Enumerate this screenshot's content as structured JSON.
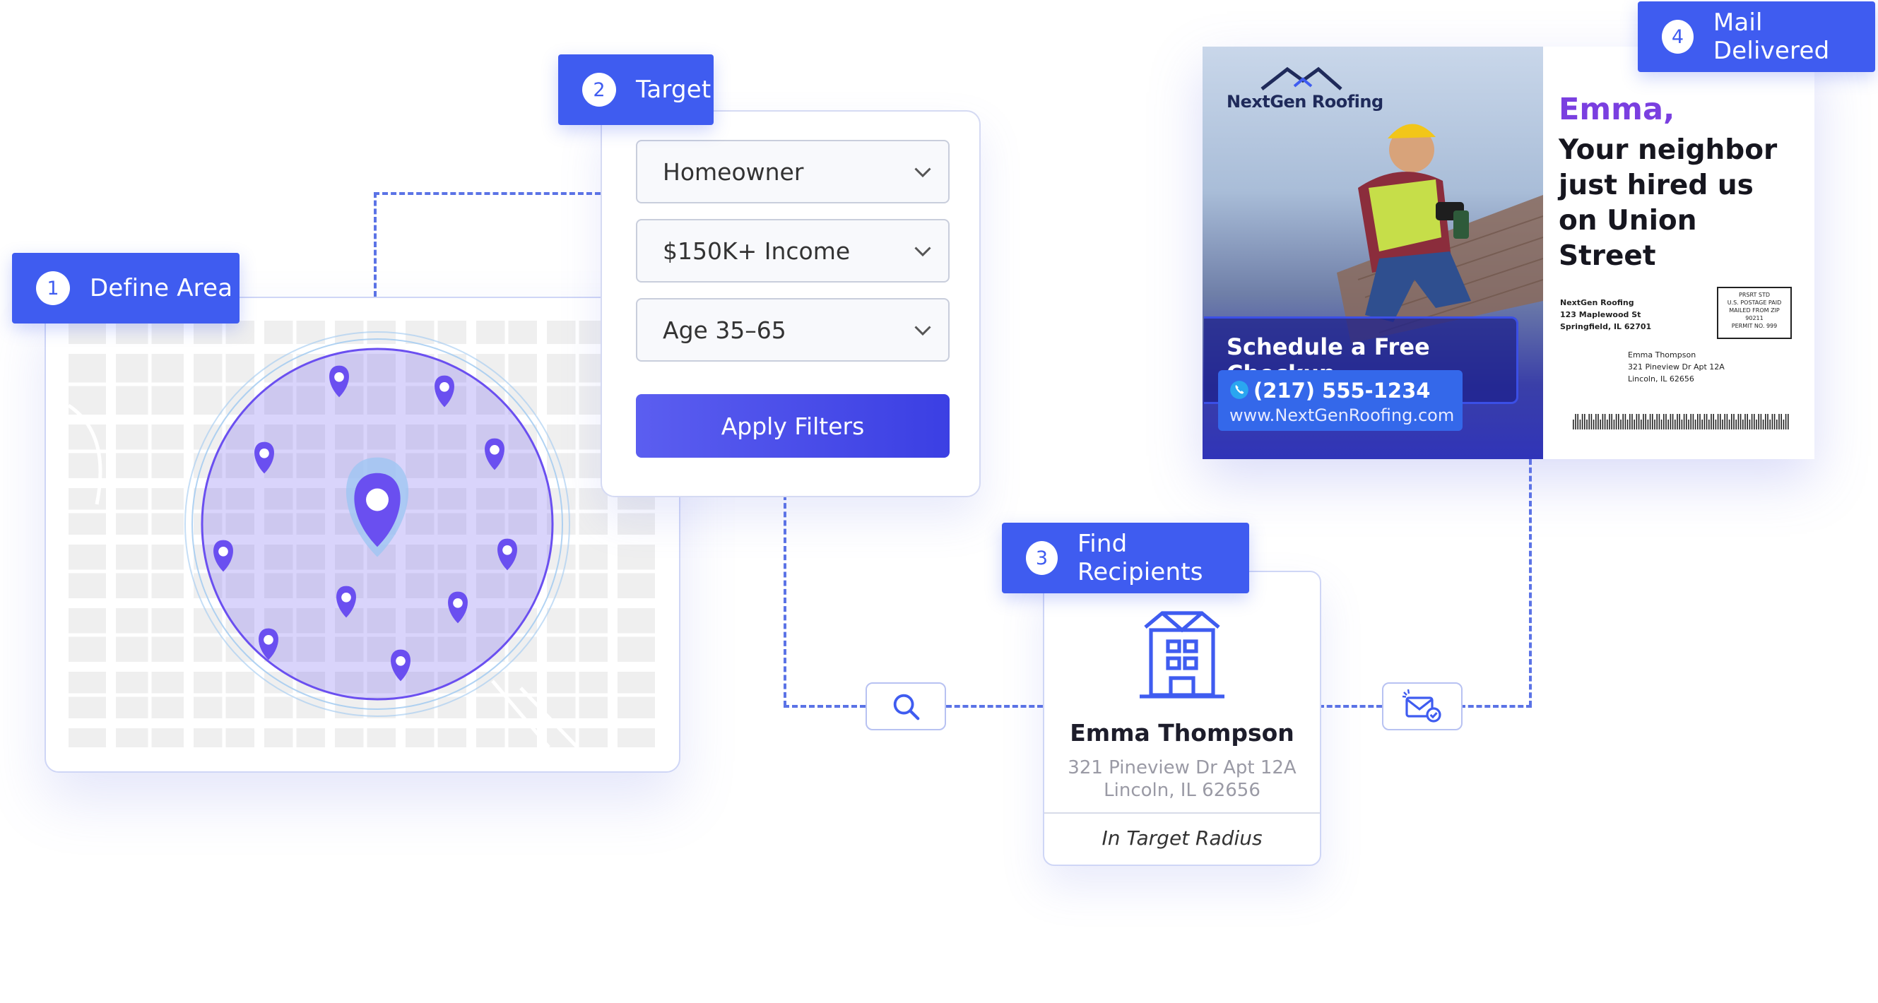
{
  "steps": [
    {
      "number": "1",
      "label": "Define Area"
    },
    {
      "number": "2",
      "label": "Target"
    },
    {
      "number": "3",
      "label": "Find Recipients"
    },
    {
      "number": "4",
      "label": "Mail Delivered"
    }
  ],
  "target": {
    "filters": [
      "Homeowner",
      "$150K+ Income",
      "Age 35–65"
    ],
    "apply_label": "Apply Filters"
  },
  "recipient": {
    "name": "Emma Thompson",
    "address_line1": "321 Pineview Dr Apt 12A",
    "address_line2": "Lincoln, IL 62656",
    "status": "In Target Radius"
  },
  "mail": {
    "company_name": "NextGen Roofing",
    "cta": "Schedule a Free Checkup",
    "phone": "(217) 555-1234",
    "website": "www.NextGenRoofing.com",
    "greeting": "Emma,",
    "headline": "Your neighbor just hired us on Union Street",
    "sender": {
      "name": "NextGen Roofing",
      "street": "123 Maplewood St",
      "city": "Springfield, IL 62701"
    },
    "recipient": {
      "name": "Emma Thompson",
      "street": "321 Pineview Dr Apt 12A",
      "city": "Lincoln, IL 62656"
    },
    "postage": [
      "PRSRT STD",
      "U.S. POSTAGE PAID",
      "MAILED FROM ZIP",
      "90211",
      "PERMIT NO. 999"
    ]
  },
  "icons": {
    "search": "search-icon",
    "mail_check": "mail-check-icon",
    "building": "building-icon",
    "phone": "phone-icon",
    "chevron": "chevron-down-icon",
    "pin": "map-pin-icon"
  },
  "colors": {
    "accent": "#3f5cf0",
    "purple": "#7a3fe0",
    "pin": "#6a4ff0"
  }
}
